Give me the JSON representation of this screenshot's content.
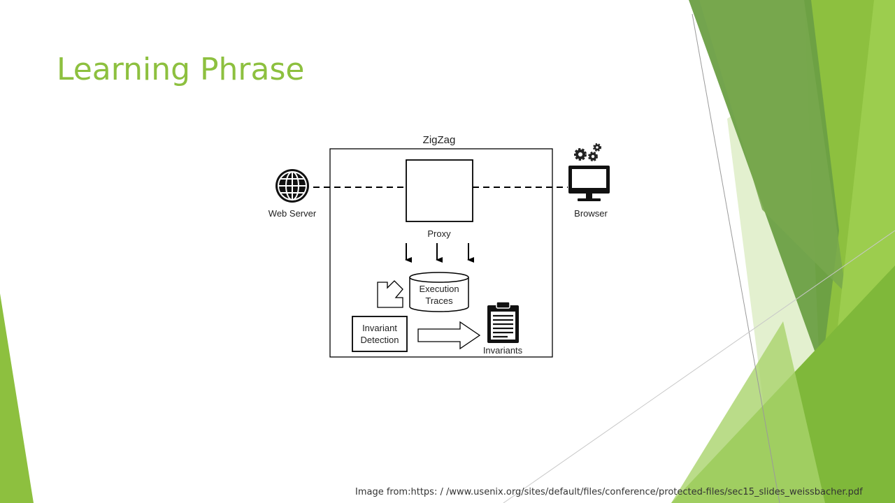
{
  "slide": {
    "title": "Learning Phrase",
    "caption_label": "Image from:",
    "caption_url": "https: / /www.usenix.org/sites/default/files/conference/protected-files/sec15_slides_weissbacher.pdf"
  },
  "theme": {
    "accent": "#8dc03f",
    "dark_green": "#5f8f37",
    "light_green": "#d6e9b3"
  },
  "diagram": {
    "system_label": "ZigZag",
    "proxy_label": "Proxy",
    "web_server_label": "Web Server",
    "browser_label": "Browser",
    "traces_label_1": "Execution",
    "traces_label_2": "Traces",
    "detection_label_1": "Invariant",
    "detection_label_2": "Detection",
    "invariants_label": "Invariants"
  },
  "icons": {
    "web_server": "globe-icon",
    "browser": "monitor-icon",
    "gears": "gears-icon",
    "invariants": "clipboard-icon"
  }
}
